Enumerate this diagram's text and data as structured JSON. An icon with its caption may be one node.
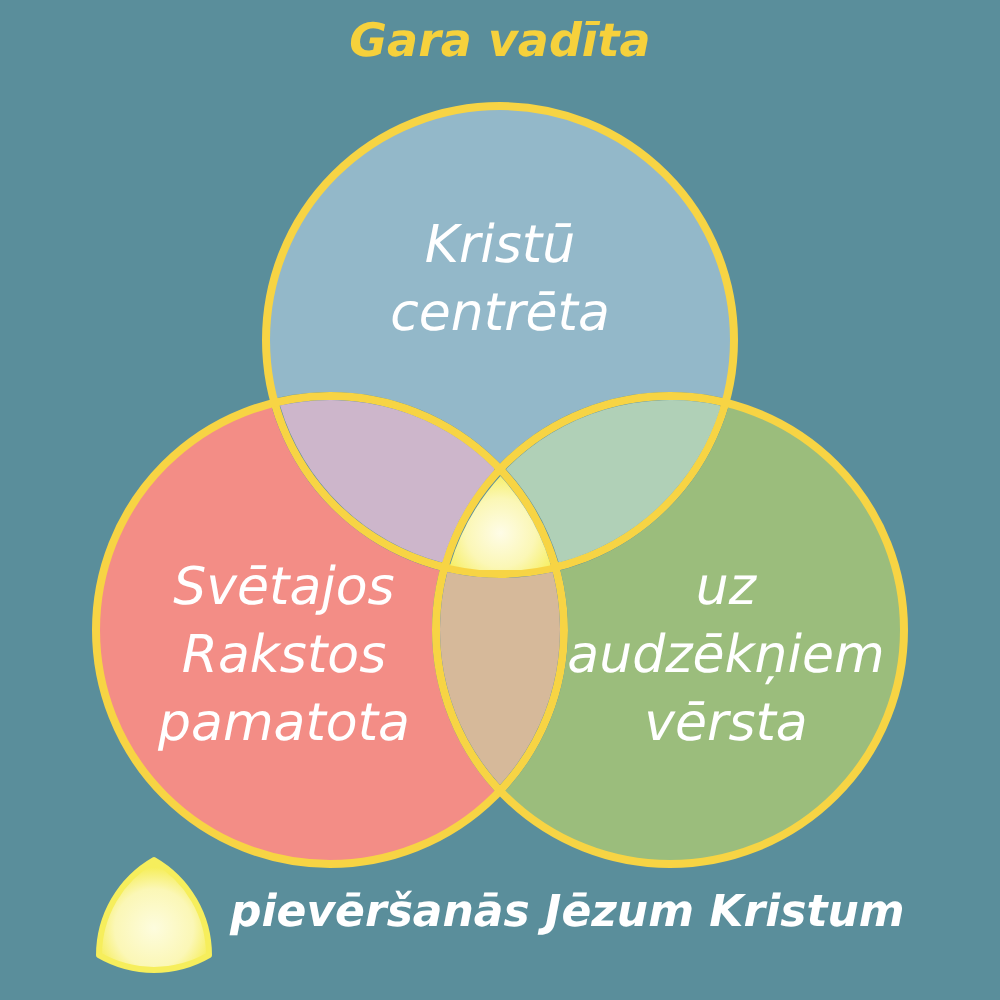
{
  "diagram": {
    "title": "Gara vadīta",
    "nodes": [
      {
        "text": [
          "Kristū centrēta"
        ]
      },
      {
        "text": [
          "Svētajos Rakstos pamatota"
        ]
      },
      {
        "text": [
          "uz audzēkņiem vērsta"
        ]
      },
      {
        "text": [],
        "shape": "lens"
      },
      {
        "text": [],
        "shape": "lens"
      },
      {
        "text": [],
        "shape": "triangle"
      },
      {
        "text": [],
        "shape": "lens"
      }
    ],
    "legend": [
      {
        "text": "pievēršanās Jēzum Kristum",
        "color": "#f6ee5c"
      }
    ]
  }
}
